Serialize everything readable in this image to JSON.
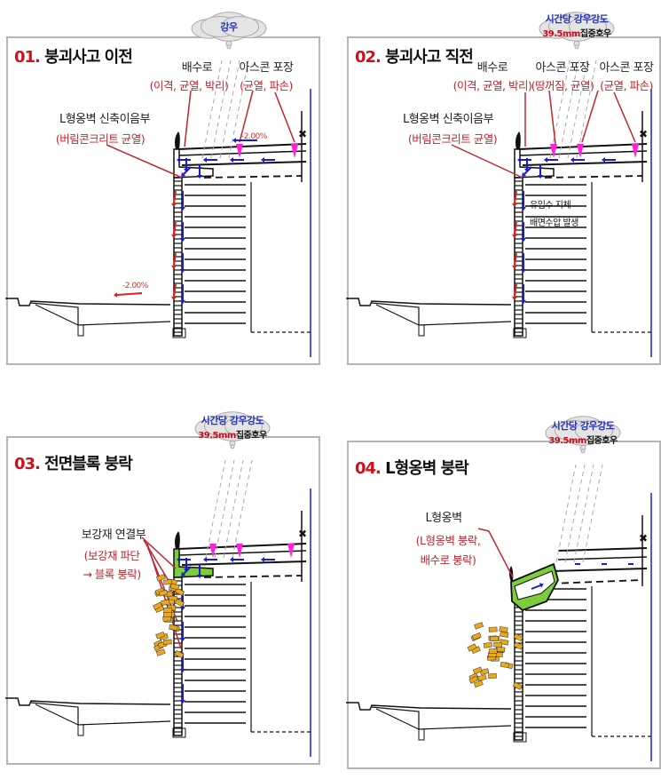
{
  "colors": {
    "accent_red": "#d0101a",
    "label_red": "#c0262e",
    "water_blue": "#1a1adc",
    "pavement_magenta": "#ff22dd",
    "l_wall_green": "#7ccc3c",
    "block_orange": "#e8a91c",
    "cloud_gray": "#e4e4e4"
  },
  "panels": [
    {
      "num": "01.",
      "title": "붕괴사고 이전",
      "cloud": {
        "line1": "강우"
      },
      "labels": {
        "drain": "배수로",
        "drain_note": "(이격, 균열, 박리)",
        "asphalt": "아스콘 포장",
        "asphalt_note": "(균열, 파손)",
        "joint": "L형옹벽 신축이음부",
        "joint_note": "(버림콘크리트 균열)",
        "slope_top": "-2.00%",
        "slope_bottom": "-2.00%"
      }
    },
    {
      "num": "02.",
      "title": "붕괴사고 직전",
      "cloud": {
        "line1": "시간당 강우강도",
        "amount": "39.5mm",
        "line2": "집중호우"
      },
      "labels": {
        "drain": "배수로",
        "drain_note": "(이격, 균열, 박리)",
        "asphalt1": "아스콘 포장",
        "asphalt1_note": "(땅꺼짐, 균열)",
        "asphalt2": "아스콘 포장",
        "asphalt2_note": "(균열, 파손)",
        "joint": "L형옹벽 신축이음부",
        "joint_note": "(버림콘크리트 균열)",
        "water1": "유입수 지체",
        "water2": "배면수압 발생"
      }
    },
    {
      "num": "03.",
      "title": "전면블록 붕락",
      "cloud": {
        "line1": "시간당 강우강도",
        "amount": "39.5mm",
        "line2": "집중호우"
      },
      "labels": {
        "reinf": "보강재 연결부",
        "reinf_note1": "(보강재 파단",
        "reinf_note2": "→ 블록 붕락)"
      }
    },
    {
      "num": "04.",
      "title": "L형옹벽 붕락",
      "cloud": {
        "line1": "시간당 강우강도",
        "amount": "39.5mm",
        "line2": "집중호우"
      },
      "labels": {
        "lwall": "L형옹벽",
        "lwall_note1": "(L형옹벽 붕락,",
        "lwall_note2": "배수로 붕락)"
      }
    }
  ]
}
